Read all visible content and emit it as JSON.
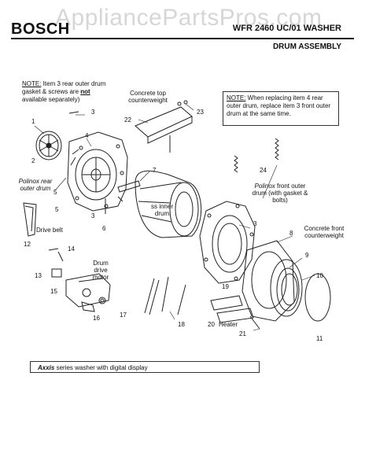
{
  "header": {
    "brand": "BOSCH",
    "watermark": "AppliancePartsPros.com",
    "model": "WFR 2460 UC/01 WASHER",
    "section": "DRUM ASSEMBLY"
  },
  "notes": {
    "left_prefix": "NOTE:",
    "left_text_1": " Item 3 rear outer drum gasket & screws are ",
    "left_not": "not",
    "left_text_2": " available separately)",
    "right_prefix": "NOTE:",
    "right_text": " When replacing item 4 rear outer drum, replace item 3 front outer drum at the same time."
  },
  "labels": {
    "concrete_top": "Concrete top counterweight",
    "polinox_rear": "Polinox rear outer drum",
    "ss_inner": "ss inner drum",
    "polinox_front_1": "Polinox",
    "polinox_front_2": " front outer drum (with gasket & bolts)",
    "concrete_front": "Concrete front counterweight",
    "drive_belt": "Drive belt",
    "drum_motor": "Drum drive motor",
    "heater": "Heater"
  },
  "callouts": [
    "1",
    "2",
    "3",
    "3",
    "3",
    "4",
    "5",
    "5",
    "6",
    "7",
    "8",
    "9",
    "10",
    "11",
    "12",
    "13",
    "14",
    "15",
    "16",
    "17",
    "18",
    "19",
    "20",
    "21",
    "22",
    "23",
    "24"
  ],
  "footer": {
    "series": "Axxis",
    "rest": " series washer with digital display"
  }
}
